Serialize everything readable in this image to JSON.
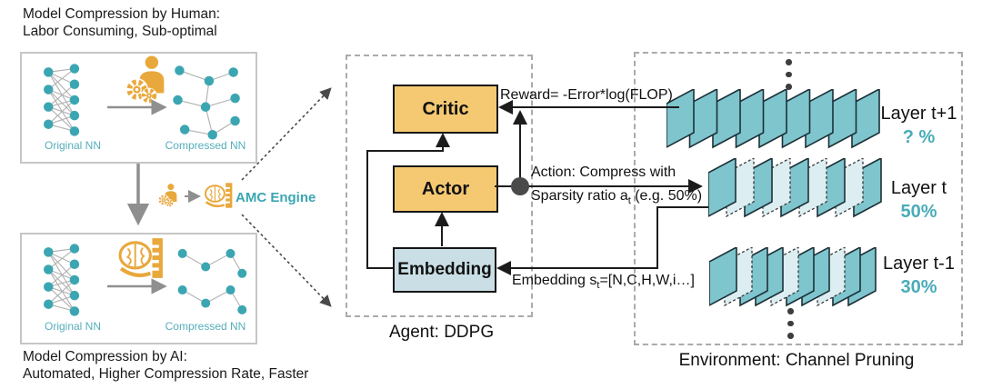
{
  "colors": {
    "teal_text": "#3BA6B2",
    "node_teal": "#3BA6B2",
    "box_orange": "#F4C971",
    "box_blue": "#CADFE5",
    "plane_solid": "#7EC5CD",
    "plane_pruned": "#DCEEF1",
    "icon_orange": "#E9A83C",
    "line_black": "#1c1c1c",
    "arrow_gray": "#8f8f8f"
  },
  "left_panel": {
    "human_title": {
      "line1": "Model Compression by Human:",
      "line2": "Labor Consuming, Sub-optimal"
    },
    "ai_title": {
      "line1": "Model Compression by AI:",
      "line2": "Automated, Higher Compression Rate, Faster"
    },
    "box_human": {
      "original_label": "Original NN",
      "compressed_label": "Compressed NN"
    },
    "box_ai": {
      "original_label": "Original NN",
      "compressed_label": "Compressed NN"
    },
    "amc_engine_label": "AMC Engine"
  },
  "agent": {
    "caption": "Agent: DDPG",
    "critic_label": "Critic",
    "actor_label": "Actor",
    "embedding_label": "Embedding",
    "reward_label": "Reward= -Error*log(FLOP)",
    "action_label": {
      "line1": "Action: Compress with",
      "line2_pre": "Sparsity ratio a",
      "line2_sub": "t",
      "line2_post": " (e.g. 50%)"
    },
    "state_label": {
      "pre": "Embedding s",
      "sub": "t",
      "post": "=[N,C,H,W,i…]"
    }
  },
  "environment": {
    "caption": "Environment: Channel Pruning",
    "layers": [
      {
        "name": "Layer t+1",
        "ratio": "? %",
        "pattern": [
          "solid",
          "solid",
          "solid",
          "solid",
          "solid",
          "solid",
          "solid",
          "solid",
          "solid"
        ]
      },
      {
        "name": "Layer t",
        "ratio": "50%",
        "pattern": [
          "solid",
          "pruned",
          "solid",
          "pruned",
          "solid",
          "pruned",
          "solid",
          "pruned",
          "solid"
        ]
      },
      {
        "name": "Layer t-1",
        "ratio": "30%",
        "pattern": [
          "solid",
          "pruned",
          "solid",
          "solid",
          "pruned",
          "solid",
          "solid",
          "pruned",
          "solid",
          "solid"
        ]
      }
    ]
  }
}
